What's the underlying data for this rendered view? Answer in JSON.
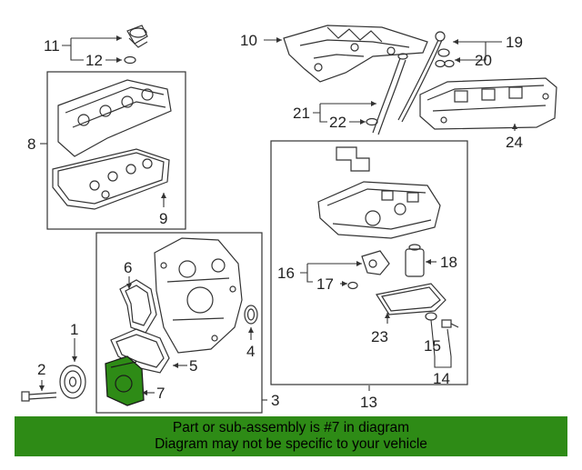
{
  "diagram": {
    "callouts": [
      {
        "id": "c1",
        "label": "1"
      },
      {
        "id": "c2",
        "label": "2"
      },
      {
        "id": "c3",
        "label": "3"
      },
      {
        "id": "c4",
        "label": "4"
      },
      {
        "id": "c5",
        "label": "5"
      },
      {
        "id": "c6",
        "label": "6"
      },
      {
        "id": "c7",
        "label": "7"
      },
      {
        "id": "c8",
        "label": "8"
      },
      {
        "id": "c9",
        "label": "9"
      },
      {
        "id": "c10",
        "label": "10"
      },
      {
        "id": "c11",
        "label": "11"
      },
      {
        "id": "c12",
        "label": "12"
      },
      {
        "id": "c13",
        "label": "13"
      },
      {
        "id": "c14",
        "label": "14"
      },
      {
        "id": "c15",
        "label": "15"
      },
      {
        "id": "c16",
        "label": "16"
      },
      {
        "id": "c17",
        "label": "17"
      },
      {
        "id": "c18",
        "label": "18"
      },
      {
        "id": "c19",
        "label": "19"
      },
      {
        "id": "c20",
        "label": "20"
      },
      {
        "id": "c21",
        "label": "21"
      },
      {
        "id": "c22",
        "label": "22"
      },
      {
        "id": "c23",
        "label": "23"
      },
      {
        "id": "c24",
        "label": "24"
      }
    ],
    "highlight_color": "#2e8b16",
    "highlighted_part": "7"
  },
  "banner": {
    "line1": "Part or sub-assembly is #7 in diagram",
    "line2": "Diagram may not be specific to your vehicle",
    "color": "#2e8b16"
  }
}
